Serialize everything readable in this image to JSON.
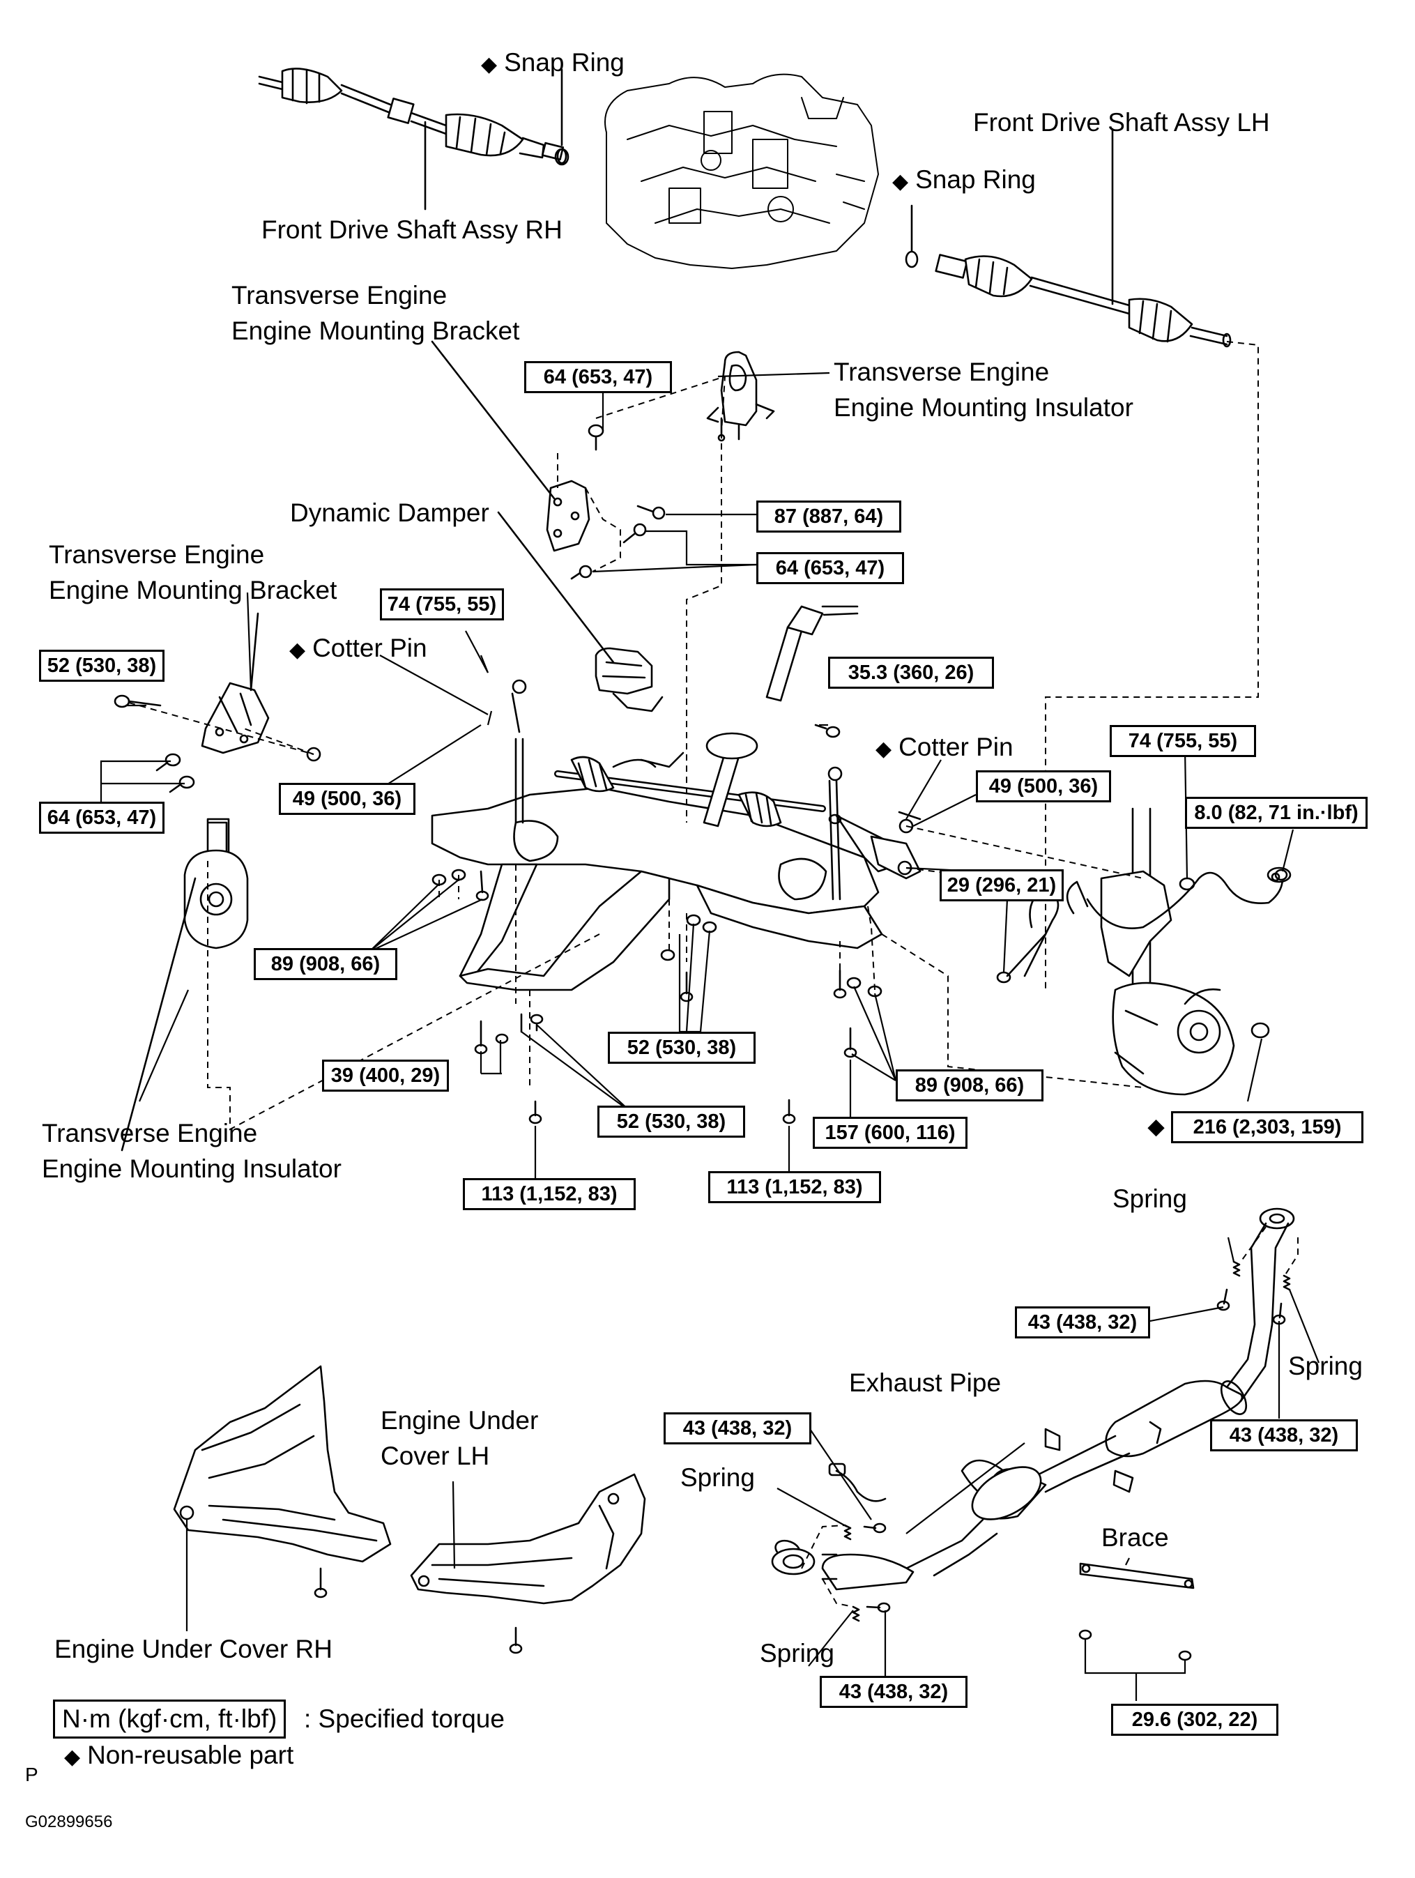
{
  "labels": {
    "snap_ring_top": "Snap Ring",
    "front_drive_shaft_rh": "Front Drive Shaft Assy RH",
    "front_drive_shaft_lh": "Front Drive Shaft Assy LH",
    "snap_ring_right": "Snap Ring",
    "bracket_top_line1": "Transverse Engine",
    "bracket_top_line2": "Engine Mounting Bracket",
    "insulator_top_line1": "Transverse Engine",
    "insulator_top_line2": "Engine Mounting Insulator",
    "dynamic_damper": "Dynamic Damper",
    "bracket_left_line1": "Transverse Engine",
    "bracket_left_line2": "Engine Mounting Bracket",
    "cotter_pin_left": "Cotter Pin",
    "cotter_pin_right": "Cotter Pin",
    "insulator_bottom_line1": "Transverse Engine",
    "insulator_bottom_line2": "Engine Mounting Insulator",
    "spring_top": "Spring",
    "spring_right": "Spring",
    "exhaust_pipe": "Exhaust Pipe",
    "spring_left": "Spring",
    "spring_bottom": "Spring",
    "engine_under_cover_lh_line1": "Engine Under",
    "engine_under_cover_lh_line2": "Cover LH",
    "engine_under_cover_rh": "Engine Under Cover RH",
    "brace": "Brace"
  },
  "torque": {
    "t_64a": "64 (653, 47)",
    "t_87": "87 (887, 64)",
    "t_64b": "64 (653, 47)",
    "t_74a": "74 (755, 55)",
    "t_52a": "52 (530, 38)",
    "t_64c": "64 (653, 47)",
    "t_35_3": "35.3 (360, 26)",
    "t_49a": "49 (500, 36)",
    "t_74b": "74 (755, 55)",
    "t_49b": "49 (500, 36)",
    "t_8_0": "8.0 (82, 71 in.·lbf)",
    "t_29": "29 (296, 21)",
    "t_89a": "89 (908, 66)",
    "t_52b": "52 (530, 38)",
    "t_39": "39 (400, 29)",
    "t_89b": "89 (908, 66)",
    "t_52c": "52 (530, 38)",
    "t_157": "157 (600, 116)",
    "t_216": "216 (2,303, 159)",
    "t_113a": "113 (1,152, 83)",
    "t_113b": "113 (1,152, 83)",
    "t_43a": "43 (438, 32)",
    "t_43b": "43 (438, 32)",
    "t_43c": "43 (438, 32)",
    "t_43d": "43 (438, 32)",
    "t_29_6": "29.6 (302, 22)"
  },
  "legend": {
    "unit_box": "N·m (kgf·cm, ft·lbf)",
    "unit_text": ": Specified torque",
    "diamond_text": "Non-reusable part"
  },
  "footer": {
    "code_letter": "P",
    "figure_id": "G02899656"
  },
  "symbols": {
    "diamond": "◆"
  }
}
